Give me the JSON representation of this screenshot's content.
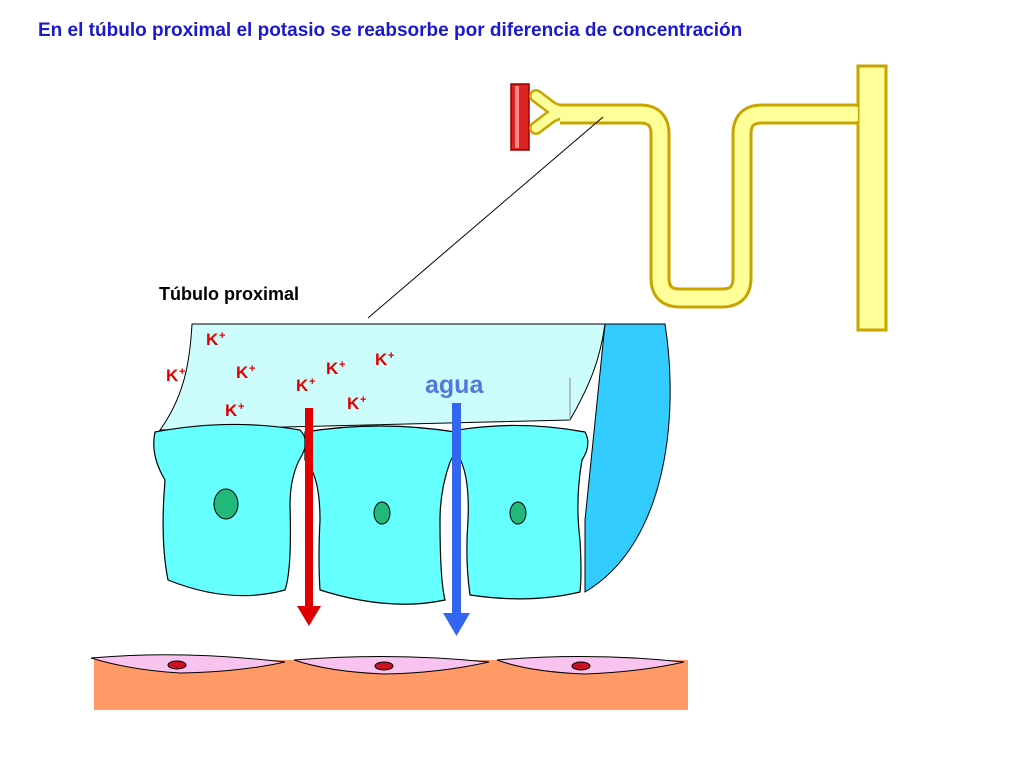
{
  "title": "En el túbulo proximal el potasio se reabsorbe por diferencia de concentración",
  "tubule_label": "Túbulo proximal",
  "water_label": "agua",
  "ion": {
    "symbol": "K",
    "charge": "+"
  },
  "colors": {
    "title": "#1a1acc",
    "potassium": "#e00000",
    "water": "#3366ee",
    "water_label": "#5577dd",
    "lumen": "#ccfcfc",
    "cell": "#66ffff",
    "nucleus": "#22b87a",
    "tubule_wall": "#33ccff",
    "nephron_fill": "#ffff99",
    "nephron_stroke": "#c8a400",
    "vessel": "#dd2222",
    "interstitium": "#ff9966",
    "endothelial": "#f9c3f0",
    "endothelial_nucleus": "#cc1122"
  }
}
